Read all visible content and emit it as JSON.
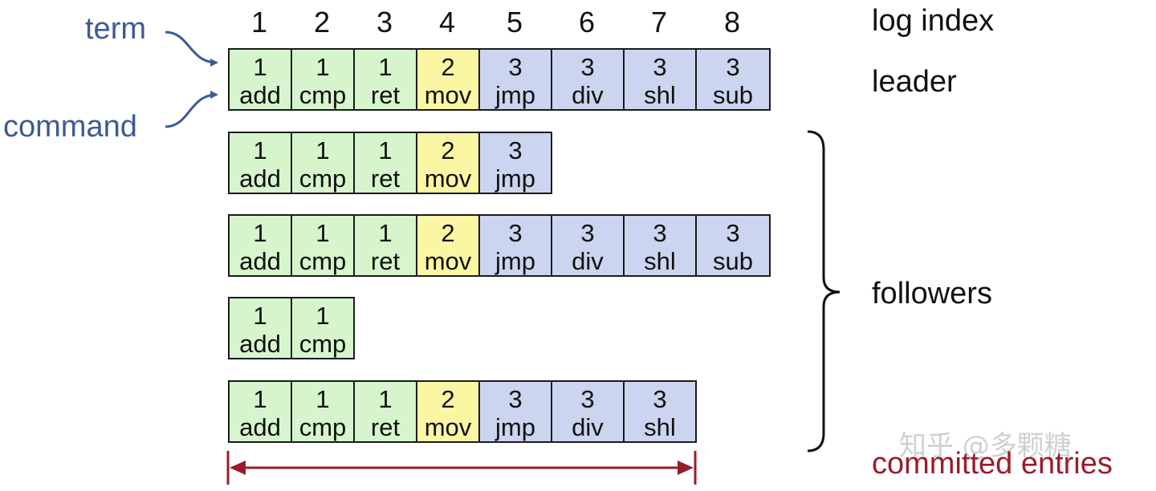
{
  "log_indices": [
    "1",
    "2",
    "3",
    "4",
    "5",
    "6",
    "7",
    "8"
  ],
  "labels": {
    "log_index": "log index",
    "leader": "leader",
    "followers": "followers",
    "committed": "committed entries",
    "term_callout": "term",
    "command_callout": "command",
    "watermark": "知乎 @多颗糖"
  },
  "term_colors": {
    "1": "#d6f5cc",
    "2": "#fbf6a3",
    "3": "#ccd5ef"
  },
  "leader": [
    {
      "term": "1",
      "cmd": "add"
    },
    {
      "term": "1",
      "cmd": "cmp"
    },
    {
      "term": "1",
      "cmd": "ret"
    },
    {
      "term": "2",
      "cmd": "mov"
    },
    {
      "term": "3",
      "cmd": "jmp"
    },
    {
      "term": "3",
      "cmd": "div"
    },
    {
      "term": "3",
      "cmd": "shl"
    },
    {
      "term": "3",
      "cmd": "sub"
    }
  ],
  "followers": [
    [
      {
        "term": "1",
        "cmd": "add"
      },
      {
        "term": "1",
        "cmd": "cmp"
      },
      {
        "term": "1",
        "cmd": "ret"
      },
      {
        "term": "2",
        "cmd": "mov"
      },
      {
        "term": "3",
        "cmd": "jmp"
      }
    ],
    [
      {
        "term": "1",
        "cmd": "add"
      },
      {
        "term": "1",
        "cmd": "cmp"
      },
      {
        "term": "1",
        "cmd": "ret"
      },
      {
        "term": "2",
        "cmd": "mov"
      },
      {
        "term": "3",
        "cmd": "jmp"
      },
      {
        "term": "3",
        "cmd": "div"
      },
      {
        "term": "3",
        "cmd": "shl"
      },
      {
        "term": "3",
        "cmd": "sub"
      }
    ],
    [
      {
        "term": "1",
        "cmd": "add"
      },
      {
        "term": "1",
        "cmd": "cmp"
      }
    ],
    [
      {
        "term": "1",
        "cmd": "add"
      },
      {
        "term": "1",
        "cmd": "cmp"
      },
      {
        "term": "1",
        "cmd": "ret"
      },
      {
        "term": "2",
        "cmd": "mov"
      },
      {
        "term": "3",
        "cmd": "jmp"
      },
      {
        "term": "3",
        "cmd": "div"
      },
      {
        "term": "3",
        "cmd": "shl"
      }
    ]
  ],
  "committed_through_index": 7,
  "colors": {
    "callout": "#3d5a96",
    "committed": "#9a1c2c"
  }
}
